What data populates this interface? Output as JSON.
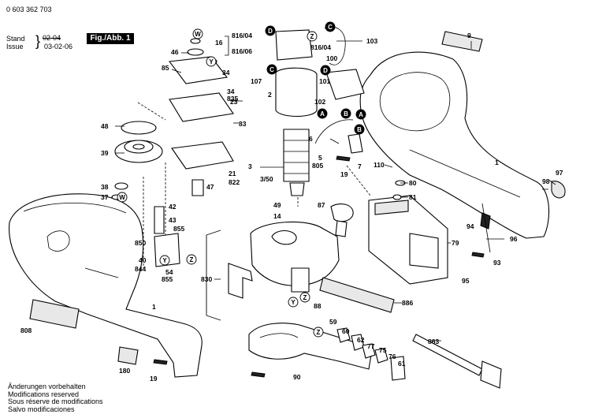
{
  "header": {
    "doc_number": "0 603 362 703",
    "stand_label": "Stand",
    "stand_value": "02-04",
    "issue_label": "Issue",
    "issue_value": "03-02-06",
    "figure_label": "Fig./Abb. 1"
  },
  "footer": {
    "lines": [
      "Änderungen vorbehalten",
      "Modifications reserved",
      "Sous réserve de modifications",
      "Salvo modificaciones"
    ]
  },
  "part_labels": [
    "9",
    "16",
    "816/04",
    "816/06",
    "816/04",
    "103",
    "100",
    "46",
    "85",
    "34",
    "107",
    "34",
    "835",
    "23",
    "2",
    "101",
    "102",
    "48",
    "83",
    "39",
    "6",
    "5",
    "805",
    "7",
    "19",
    "110",
    "3",
    "3/50",
    "21",
    "822",
    "47",
    "38",
    "37",
    "42",
    "43",
    "855",
    "850",
    "40",
    "844",
    "54",
    "855",
    "49",
    "14",
    "87",
    "80",
    "81",
    "97",
    "98",
    "94",
    "96",
    "79",
    "93",
    "95",
    "830",
    "88",
    "886",
    "808",
    "1",
    "59",
    "60",
    "62",
    "77",
    "75",
    "76",
    "61",
    "863",
    "90",
    "180",
    "19",
    "1"
  ],
  "markers": [
    "W",
    "Y",
    "D",
    "Z",
    "C",
    "D",
    "C",
    "A",
    "B",
    "A",
    "B",
    "W",
    "Y",
    "Z",
    "Z",
    "Y",
    "Z"
  ]
}
